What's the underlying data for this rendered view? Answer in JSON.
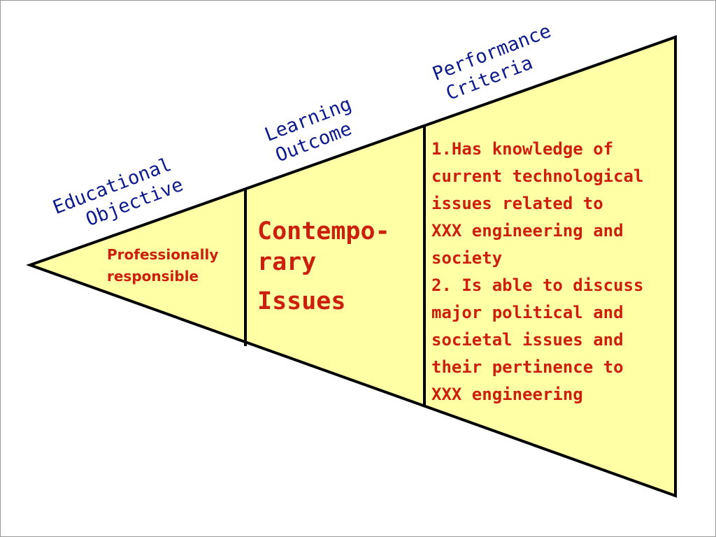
{
  "colors": {
    "fill": "#ffffa6",
    "stroke": "#000000",
    "label_blue": "#0d1a8c",
    "text_red": "#cc1f0c"
  },
  "labels": {
    "educational_objective": [
      "Educational",
      "Objective"
    ],
    "learning_outcome": [
      "Learning",
      "Outcome"
    ],
    "performance_criteria": [
      "Performance",
      "Criteria"
    ]
  },
  "educational_objective_text": [
    "Professionally",
    "responsible"
  ],
  "learning_outcome_text": [
    "Contempo-",
    "rary",
    "Issues"
  ],
  "performance_criteria_text": [
    "1.Has knowledge of",
    "current technological",
    "issues related to",
    "XXX engineering and",
    "society",
    "2. Is able to discuss",
    "major political and",
    "societal issues and",
    "their pertinence to",
    "XXX engineering"
  ]
}
